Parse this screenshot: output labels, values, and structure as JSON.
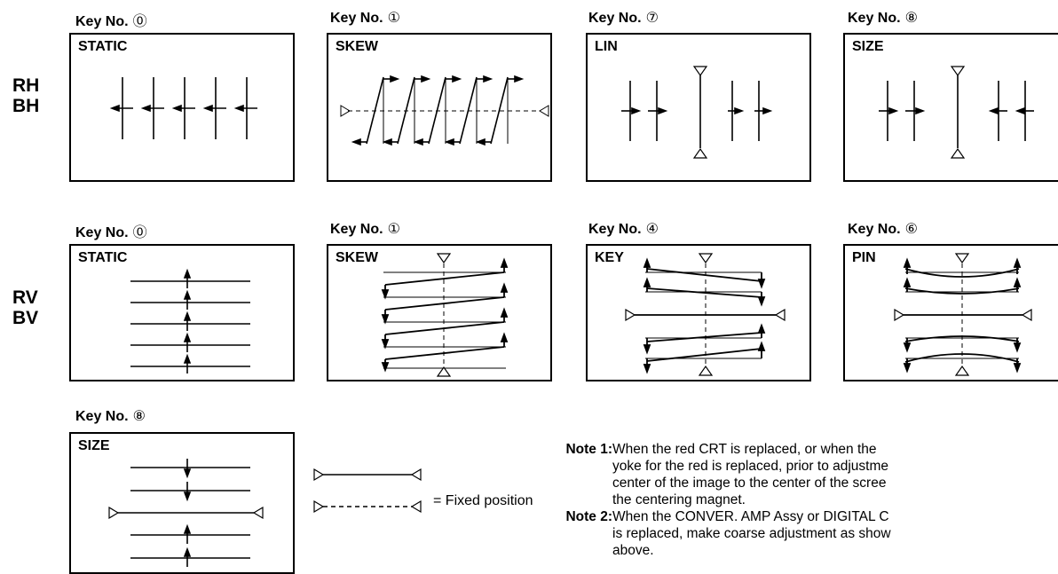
{
  "rows": {
    "r1": [
      "RH",
      "BH"
    ],
    "r2": [
      "RV",
      "BV"
    ]
  },
  "panels": [
    {
      "key": "Key No.",
      "num": "⓪",
      "title": "STATIC"
    },
    {
      "key": "Key No.",
      "num": "①",
      "title": "SKEW"
    },
    {
      "key": "Key No.",
      "num": "⑦",
      "title": "LIN"
    },
    {
      "key": "Key No.",
      "num": "⑧",
      "title": "SIZE"
    },
    {
      "key": "Key No.",
      "num": "⓪",
      "title": "STATIC"
    },
    {
      "key": "Key No.",
      "num": "①",
      "title": "SKEW"
    },
    {
      "key": "Key No.",
      "num": "④",
      "title": "KEY"
    },
    {
      "key": "Key No.",
      "num": "⑥",
      "title": "PIN"
    },
    {
      "key": "Key No.",
      "num": "⑧",
      "title": "SIZE"
    }
  ],
  "legend": {
    "text": "= Fixed position"
  },
  "notes": [
    {
      "label": "Note 1:",
      "lines": [
        "When the red CRT is replaced, or  when the",
        "yoke for the red is replaced, prior to adjustme",
        "center of the image to the center of the scree",
        "the centering magnet."
      ]
    },
    {
      "label": "Note 2:",
      "lines": [
        "When the CONVER. AMP Assy or DIGITAL C",
        "is replaced, make coarse adjustment as show",
        "above."
      ]
    }
  ]
}
